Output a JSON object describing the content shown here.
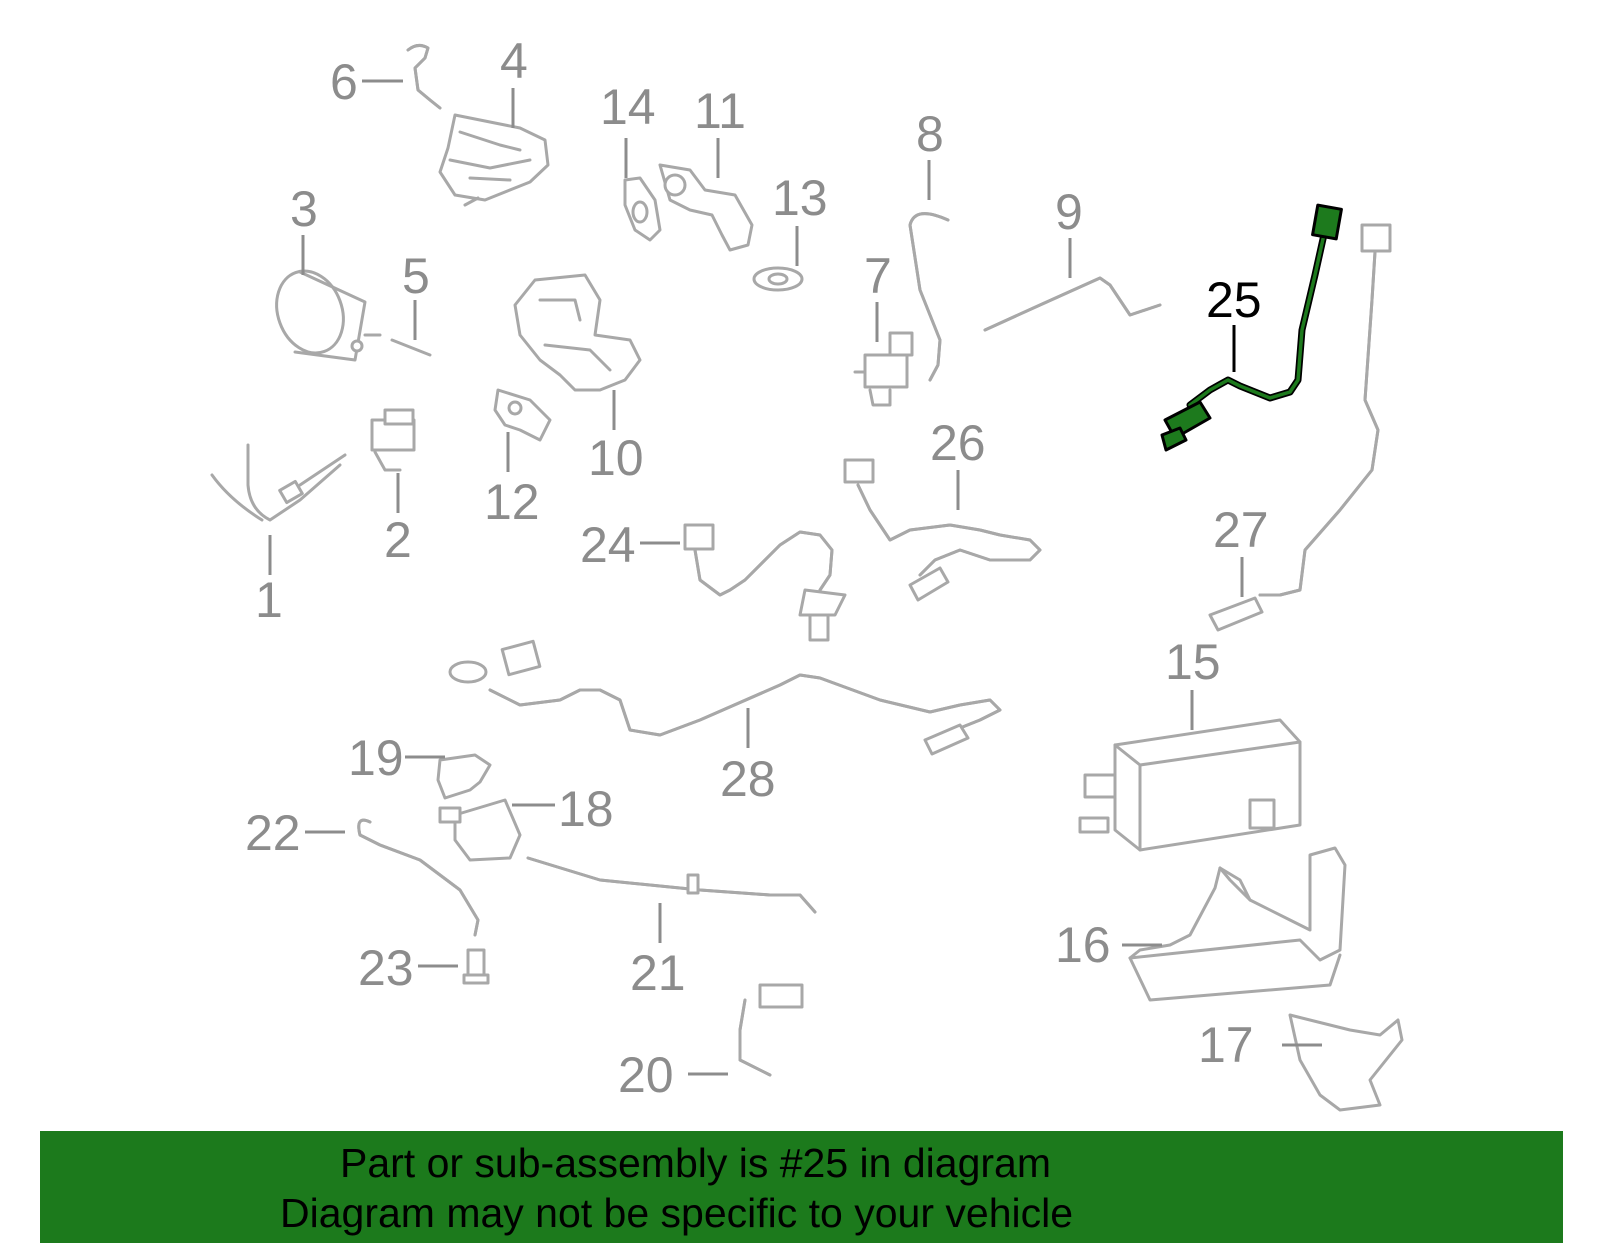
{
  "diagram": {
    "highlighted_callout": "25",
    "highlight_color": "#1c7a1c",
    "part_color": "#a8a8a8",
    "callouts": [
      "1",
      "2",
      "3",
      "4",
      "5",
      "6",
      "7",
      "8",
      "9",
      "10",
      "11",
      "12",
      "13",
      "14",
      "15",
      "16",
      "17",
      "18",
      "19",
      "20",
      "21",
      "22",
      "23",
      "24",
      "25",
      "26",
      "27",
      "28"
    ]
  },
  "banner": {
    "line1": "Part or sub-assembly is #25 in diagram",
    "line2": "Diagram may not be specific to your vehicle",
    "background": "#1c7a1c"
  }
}
